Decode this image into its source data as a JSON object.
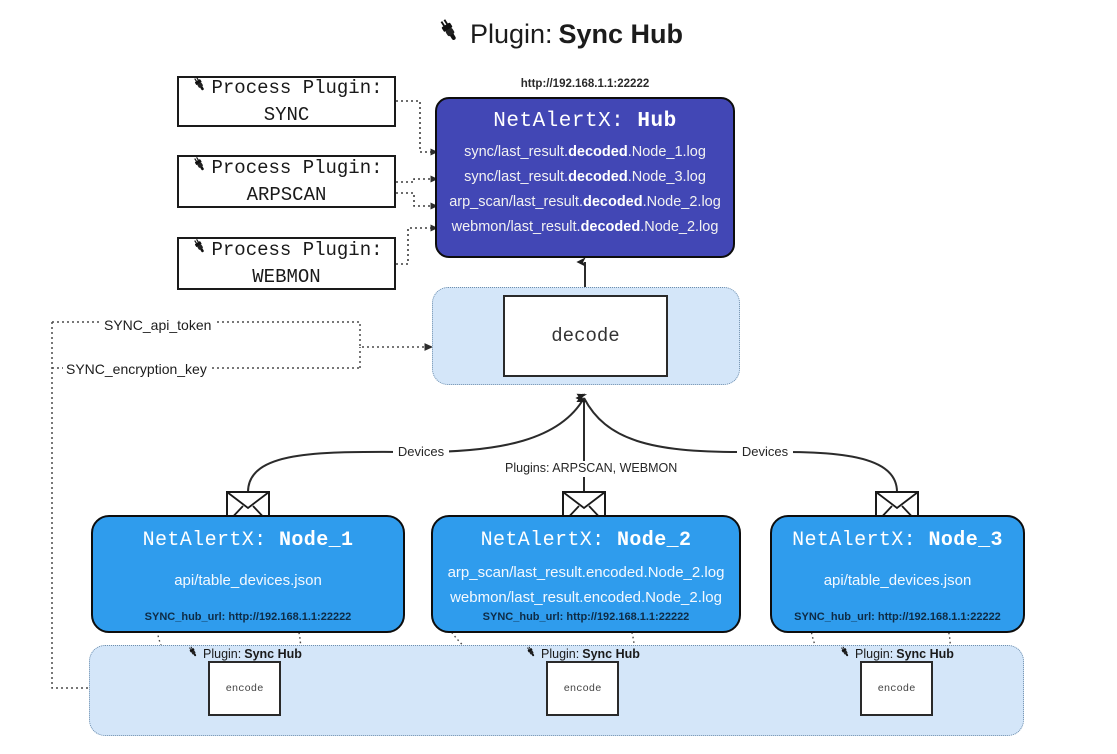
{
  "title": {
    "icon": "plug-icon",
    "prefix": "Plugin:",
    "name": "Sync Hub"
  },
  "process_plugins": [
    {
      "icon": "plug-icon",
      "line1": "Process Plugin:",
      "line2": "SYNC"
    },
    {
      "icon": "plug-icon",
      "line1": "Process Plugin:",
      "line2": "ARPSCAN"
    },
    {
      "icon": "plug-icon",
      "line1": "Process Plugin:",
      "line2": "WEBMON"
    }
  ],
  "hub": {
    "url_label": "http://192.168.1.1:22222",
    "title_prefix": "NetAlertX:",
    "title_name": "Hub",
    "lines": [
      {
        "pre": "sync/last_result.",
        "bold": "decoded",
        "post": ".Node_1.log"
      },
      {
        "pre": "sync/last_result.",
        "bold": "decoded",
        "post": ".Node_3.log"
      },
      {
        "pre": "arp_scan/last_result.",
        "bold": "decoded",
        "post": ".Node_2.log"
      },
      {
        "pre": "webmon/last_result.",
        "bold": "decoded",
        "post": ".Node_2.log"
      }
    ]
  },
  "decode": {
    "label": "decode"
  },
  "secrets": [
    {
      "label": "SYNC_api_token"
    },
    {
      "label": "SYNC_encryption_key"
    }
  ],
  "edge_labels": {
    "devices_left": "Devices",
    "devices_right": "Devices",
    "plugins_center": "Plugins: ARPSCAN, WEBMON"
  },
  "nodes": [
    {
      "title_prefix": "NetAlertX:",
      "title_name": "Node_1",
      "lines": [
        "api/table_devices.json"
      ],
      "footer": "SYNC_hub_url: http://192.168.1.1:22222"
    },
    {
      "title_prefix": "NetAlertX:",
      "title_name": "Node_2",
      "lines": [
        "arp_scan/last_result.encoded.Node_2.log",
        "webmon/last_result.encoded.Node_2.log"
      ],
      "footer": "SYNC_hub_url: http://192.168.1.1:22222"
    },
    {
      "title_prefix": "NetAlertX:",
      "title_name": "Node_3",
      "lines": [
        "api/table_devices.json"
      ],
      "footer": "SYNC_hub_url: http://192.168.1.1:22222"
    }
  ],
  "encoders": [
    {
      "tag_icon": "plug-icon",
      "tag_prefix": "Plugin:",
      "tag_name": "Sync Hub",
      "label": "encode"
    },
    {
      "tag_icon": "plug-icon",
      "tag_prefix": "Plugin:",
      "tag_name": "Sync Hub",
      "label": "encode"
    },
    {
      "tag_icon": "plug-icon",
      "tag_prefix": "Plugin:",
      "tag_name": "Sync Hub",
      "label": "encode"
    }
  ],
  "colors": {
    "hub_fill": "#4247b5",
    "node_fill": "#2f9ced",
    "panel_fill": "#d4e6f9",
    "panel_border": "#6f8fad",
    "stroke": "#1a1a1a"
  },
  "icons": {
    "envelope": "envelope-icon",
    "plug": "plug-icon"
  }
}
